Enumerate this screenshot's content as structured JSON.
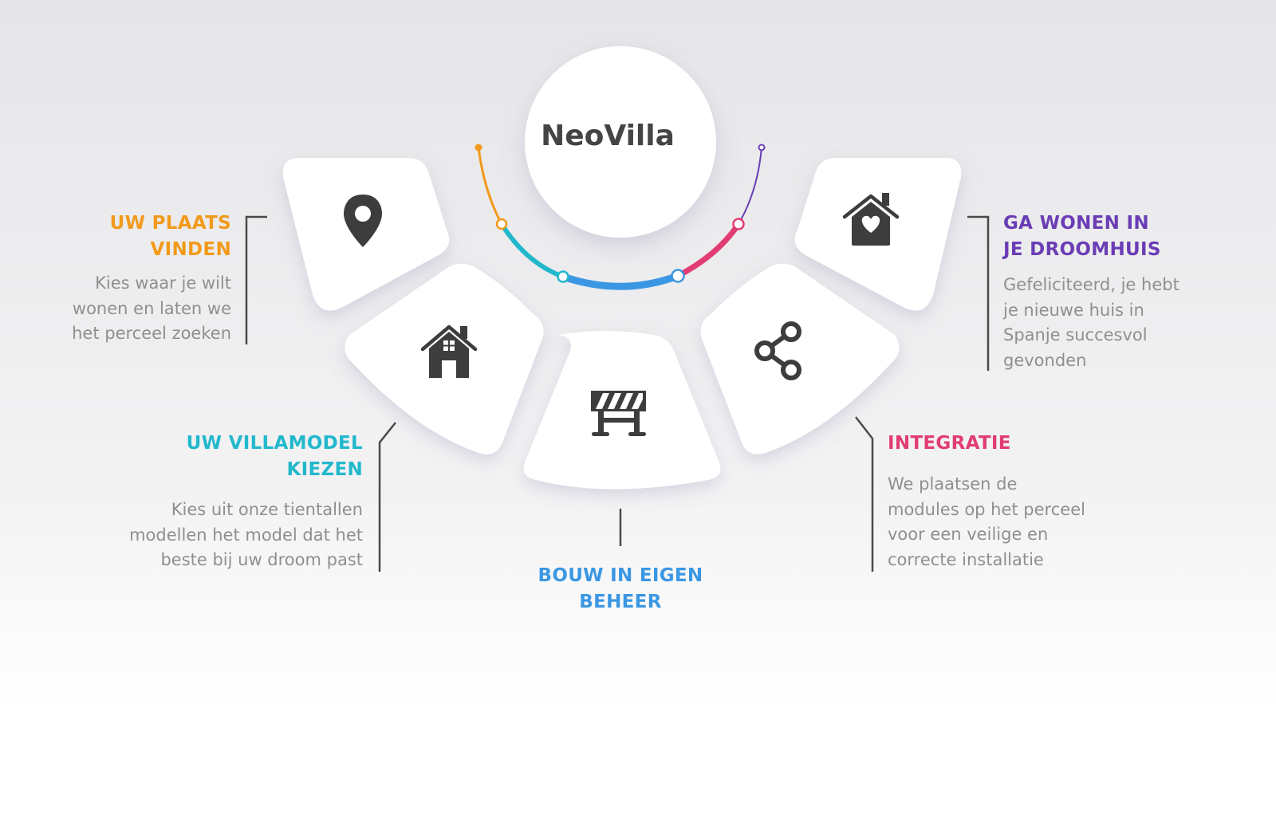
{
  "center": {
    "title": "NeoVilla"
  },
  "steps": [
    {
      "id": "step1",
      "title_line1": "UW PLAATS",
      "title_line2": "VINDEN",
      "desc_lines": [
        "Kies waar je wilt",
        "wonen en laten we",
        "het perceel zoeken"
      ],
      "color": "#f29a1b",
      "icon": "map-pin-icon"
    },
    {
      "id": "step2",
      "title_line1": "UW VILLAMODEL",
      "title_line2": "KIEZEN",
      "desc_lines": [
        "Kies uit onze tientallen",
        "modellen het model dat het",
        "beste bij uw droom past"
      ],
      "color": "#22b8cc",
      "icon": "house-icon"
    },
    {
      "id": "step3",
      "title_line1": "BOUW IN EIGEN",
      "title_line2": "BEHEER",
      "desc_lines": [],
      "color": "#3b97e3",
      "icon": "construction-barrier-icon"
    },
    {
      "id": "step4",
      "title_line1": "INTEGRATIE",
      "title_line2": "",
      "desc_lines": [
        "We plaatsen de",
        "modules op het perceel",
        "voor een veilige en",
        "correcte installatie"
      ],
      "color": "#e23c74",
      "icon": "share-icon"
    },
    {
      "id": "step5",
      "title_line1": "GA WONEN IN",
      "title_line2": "JE DROOMHUIS",
      "desc_lines": [
        "Gefeliciteerd, je hebt",
        "je nieuwe huis in",
        "Spanje succesvol",
        "gevonden"
      ],
      "color": "#6a3db5",
      "icon": "house-heart-icon"
    }
  ],
  "colors": {
    "orange": "#f29a1b",
    "teal": "#22b8cc",
    "blue": "#3b97e3",
    "pink": "#e23c74",
    "purple": "#6a3db5",
    "icon": "#3d3d3d",
    "body_text": "#8f8f8f",
    "connector": "#4a4a4a"
  }
}
